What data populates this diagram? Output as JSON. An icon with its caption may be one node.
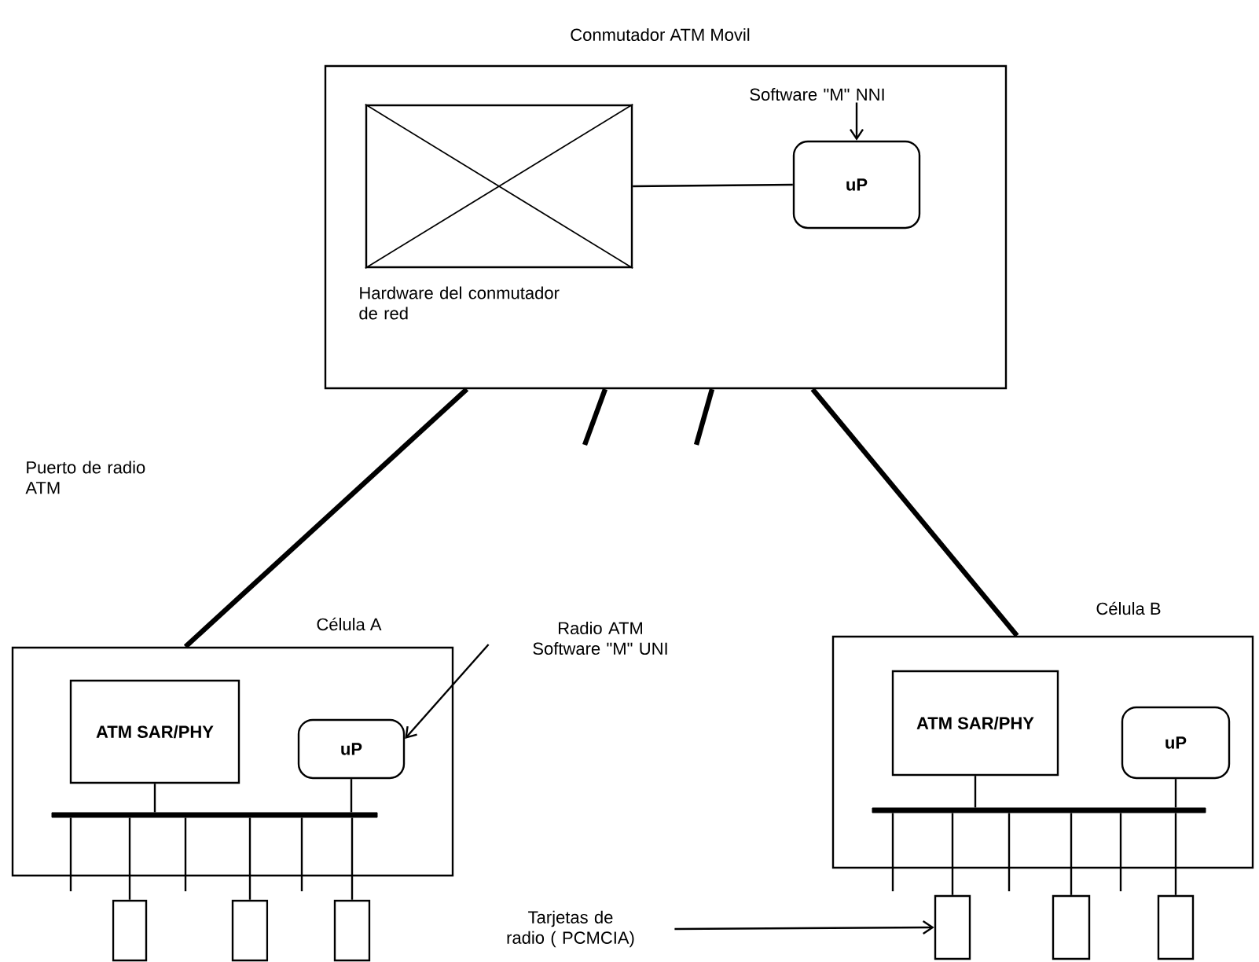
{
  "diagram": {
    "nodes": [
      {
        "text": [
          "Conmutador ATM Movil"
        ]
      },
      {
        "text": [],
        "shape": "box",
        "beside": [
          "Hardware del conmutador de red"
        ],
        "in": 0
      },
      {
        "text": [
          "uP"
        ],
        "in": 0
      },
      {
        "text": [
          "Software \"M\" NNI"
        ],
        "in": 0
      },
      {
        "text": [
          "Célula A"
        ]
      },
      {
        "text": [
          "ATM SAR/PHY"
        ],
        "in": 4
      },
      {
        "text": [
          "uP"
        ],
        "in": 4
      },
      {
        "text": [],
        "shape": "bar",
        "in": 4
      },
      {
        "text": [],
        "shape": "box"
      },
      {
        "text": [],
        "shape": "box"
      },
      {
        "text": [],
        "shape": "box"
      },
      {
        "text": [
          "Radio ATM Software \"M\" UNI"
        ]
      },
      {
        "text": [
          "Célula B"
        ]
      },
      {
        "text": [
          "ATM SAR/PHY"
        ],
        "in": 12
      },
      {
        "text": [
          "uP"
        ],
        "in": 12
      },
      {
        "text": [],
        "shape": "bar",
        "in": 12
      },
      {
        "text": [],
        "shape": "box"
      },
      {
        "text": [],
        "shape": "box"
      },
      {
        "text": [],
        "shape": "box"
      },
      {
        "text": [
          "Tarjetas de radio ( PCMCIA)"
        ]
      }
    ],
    "edges": [
      {
        "from": 1,
        "to": 2,
        "arrow": "none"
      },
      {
        "from": 3,
        "to": 2,
        "arrow": "to"
      },
      {
        "from": 0,
        "to": 4,
        "arrow": "none",
        "style": "thick"
      },
      {
        "from": 0,
        "to": null,
        "arrow": "none",
        "style": "thick"
      },
      {
        "from": 0,
        "to": null,
        "arrow": "none",
        "style": "thick"
      },
      {
        "from": 0,
        "to": 12,
        "arrow": "none",
        "style": "thick"
      },
      {
        "from": 5,
        "to": 7,
        "arrow": "none"
      },
      {
        "from": 6,
        "to": 7,
        "arrow": "none"
      },
      {
        "from": 7,
        "to": 8,
        "arrow": "none"
      },
      {
        "from": 7,
        "to": 9,
        "arrow": "none"
      },
      {
        "from": 7,
        "to": 10,
        "arrow": "none"
      },
      {
        "from": 7,
        "to": null,
        "arrow": "none"
      },
      {
        "from": 7,
        "to": null,
        "arrow": "none"
      },
      {
        "from": 7,
        "to": null,
        "arrow": "none"
      },
      {
        "from": 11,
        "to": 6,
        "arrow": "to"
      },
      {
        "from": 13,
        "to": 15,
        "arrow": "none"
      },
      {
        "from": 14,
        "to": 15,
        "arrow": "none"
      },
      {
        "from": 15,
        "to": 16,
        "arrow": "none"
      },
      {
        "from": 15,
        "to": 17,
        "arrow": "none"
      },
      {
        "from": 15,
        "to": 18,
        "arrow": "none"
      },
      {
        "from": 15,
        "to": null,
        "arrow": "none"
      },
      {
        "from": 15,
        "to": null,
        "arrow": "none"
      },
      {
        "from": 15,
        "to": null,
        "arrow": "none"
      },
      {
        "from": 19,
        "to": 16,
        "arrow": "to"
      }
    ],
    "labels": [
      "Puerto de radio ATM"
    ]
  }
}
